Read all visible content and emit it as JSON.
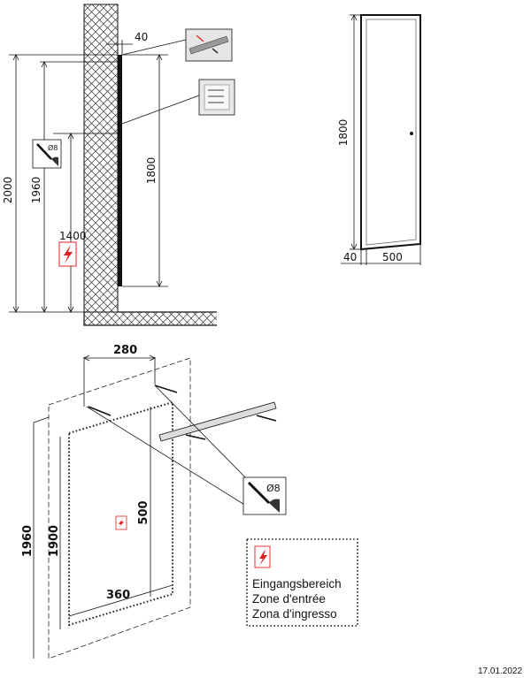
{
  "side_view": {
    "dim_wall_offset": "40",
    "dim_total_height": "2000",
    "dim_fixing_height": "1960",
    "dim_mirror_height": "1800",
    "dim_power_height": "1400",
    "drill_label": "Ø8"
  },
  "front_view": {
    "dim_height": "1800",
    "dim_depth": "40",
    "dim_width": "500"
  },
  "installation_view": {
    "dim_fixing_spacing": "280",
    "dim_outer_height": "1960",
    "dim_entry_height": "1900",
    "dim_entry_vertical": "500",
    "dim_entry_width": "360",
    "drill_label": "Ø8"
  },
  "legend": {
    "line1": "Eingangsbereich",
    "line2": "Zone d'entrée",
    "line3": "Zona d'ingresso"
  },
  "footer": {
    "date": "17.01.2022"
  },
  "colors": {
    "warning_red": "#e02020",
    "line": "#111111"
  },
  "icons": [
    "drill-icon",
    "power-warning-icon",
    "wall-bracket-icon",
    "screw-pack-icon"
  ]
}
